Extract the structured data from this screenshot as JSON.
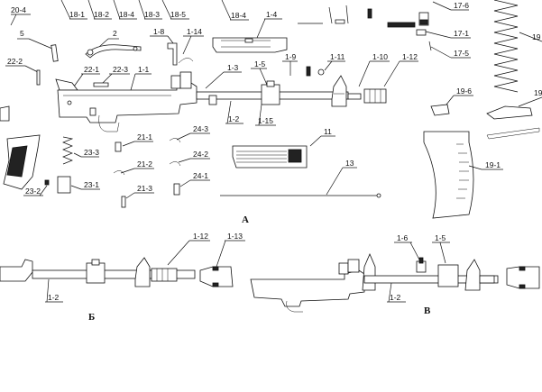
{
  "sections": {
    "a": "А",
    "b": "Б",
    "v": "В"
  },
  "callouts": {
    "c20_4": "20-4",
    "c18_1": "18-1",
    "c18_2": "18-2",
    "c18_4": "18-4",
    "c18_3": "18-3",
    "c18_5": "18-5",
    "c18_4b": "18-4",
    "c1_4": "1-4",
    "c17_6": "17-6",
    "c17_1": "17-1",
    "c17_5": "17-5",
    "c19": "19",
    "c5": "5",
    "c2": "2",
    "c1_8": "1-8",
    "c1_14": "1-14",
    "c1_9": "1-9",
    "c1_11": "1-11",
    "c1_10": "1-10",
    "c1_12": "1-12",
    "c22_2": "22-2",
    "c22_1": "22-1",
    "c22_3": "22-3",
    "c1_1": "1-1",
    "c1_3": "1-3",
    "c1_5": "1-5",
    "c1_2": "1-2",
    "c1_15": "1-15",
    "c19_6": "19-6",
    "c19b": "19",
    "c21_1": "21-1",
    "c24_3": "24-3",
    "c23_3": "23-3",
    "c11": "11",
    "c19_1": "19-1",
    "c21_2": "21-2",
    "c24_2": "24-2",
    "c24_1": "24-1",
    "c23_1": "23-1",
    "c23_2": "23-2",
    "c21_3": "21-3",
    "c13": "13",
    "b1_12": "1-12",
    "b1_13": "1-13",
    "b1_2": "1-2",
    "v1_6": "1-6",
    "v1_5": "1-5",
    "v1_2": "1-2"
  }
}
